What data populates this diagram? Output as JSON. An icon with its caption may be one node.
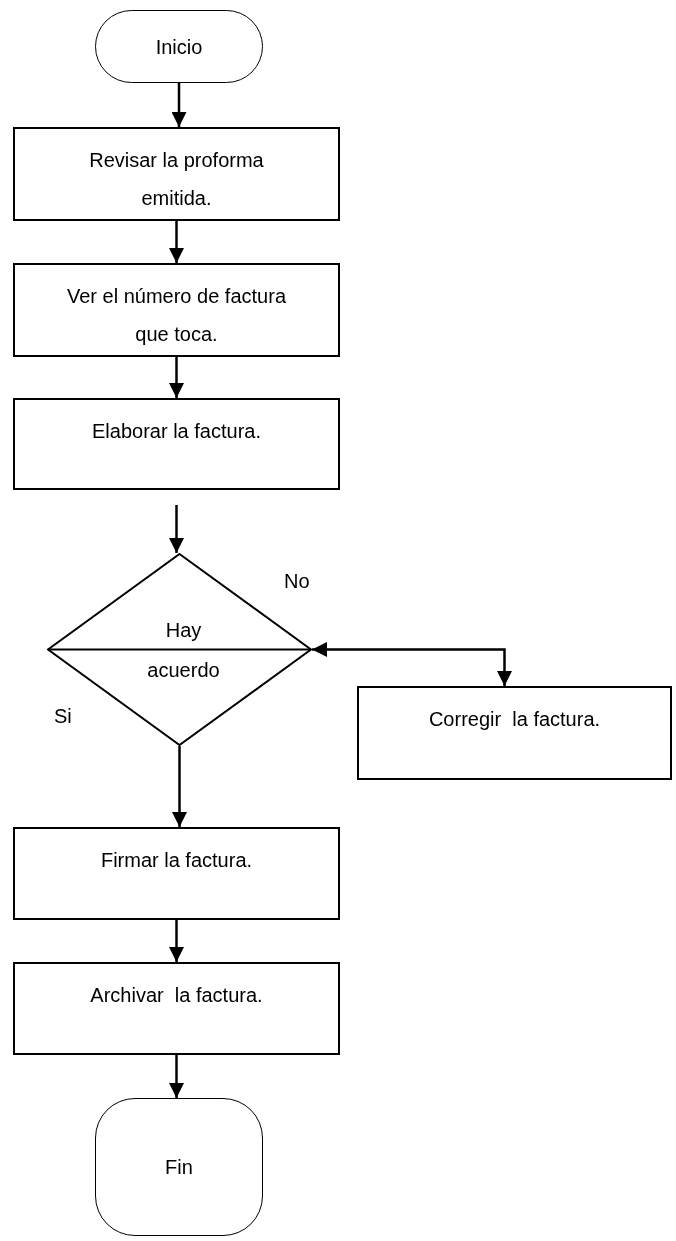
{
  "diagram": {
    "nodes": [
      {
        "text": [
          "Inicio"
        ]
      },
      {
        "text": [
          "Revisar la proforma emitida."
        ]
      },
      {
        "text": [
          "Ver el número de factura que toca."
        ]
      },
      {
        "text": [
          "Elaborar la factura."
        ]
      },
      {
        "text": [
          "Hay acuerdo"
        ]
      },
      {
        "text": [
          "Corregir  la factura."
        ]
      },
      {
        "text": [
          "Firmar la factura."
        ]
      },
      {
        "text": [
          "Archivar  la factura."
        ]
      },
      {
        "text": [
          "Fin"
        ]
      }
    ],
    "edges": [
      {
        "from": 0,
        "to": 1,
        "arrow": "to"
      },
      {
        "from": 1,
        "to": 2,
        "arrow": "to"
      },
      {
        "from": 2,
        "to": 3,
        "arrow": "to"
      },
      {
        "from": 3,
        "to": 4,
        "arrow": "to"
      },
      {
        "from": 4,
        "to": 5,
        "arrow": "both"
      },
      {
        "from": 4,
        "to": 6,
        "arrow": "to"
      },
      {
        "from": 6,
        "to": 7,
        "arrow": "to"
      },
      {
        "from": 7,
        "to": 8,
        "arrow": "to"
      }
    ],
    "labels": [
      "No",
      "Si"
    ]
  }
}
